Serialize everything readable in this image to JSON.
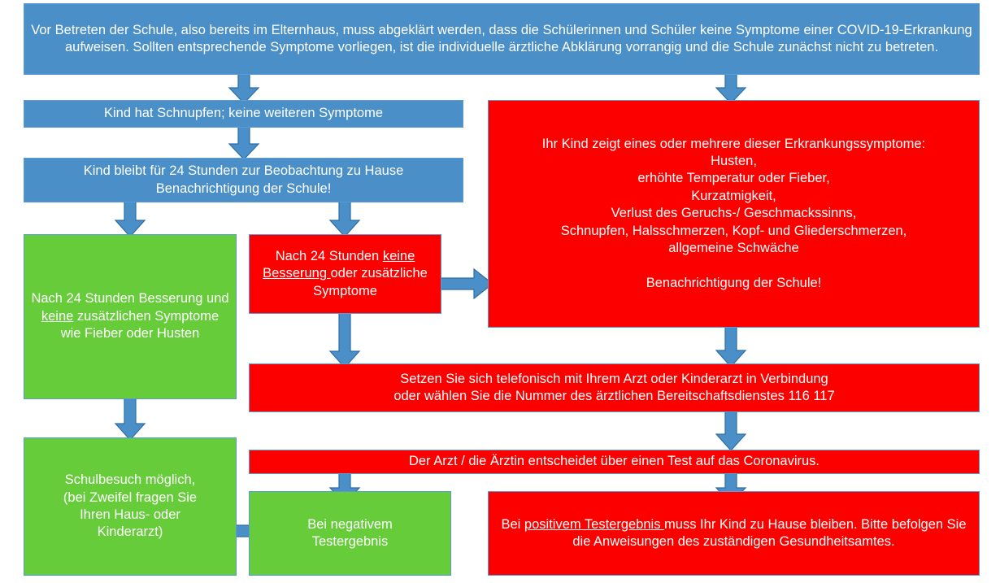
{
  "diagram": {
    "title_text": "Vor Betreten der Schule, also bereits im Elternhaus, muss abgeklärt werden, dass die Schülerinnen und Schüler keine Symptome einer COVID-19-Erkrankung aufweisen. Sollten entsprechende Symptome vorliegen, ist die individuelle ärztliche Abklärung vorrangig und die Schule zunächst nicht zu betreten.",
    "colors": {
      "blue": "#4a8fc7",
      "red": "#fc0000",
      "green": "#66cc3a",
      "border": "#5b9bd5",
      "arrow_fill": "#4a8fc7",
      "arrow_stroke": "#2e6da4",
      "text": "#ffffff"
    },
    "nodes": {
      "intro": {
        "label": "Vor Betreten der Schule, also bereits im Elternhaus, muss abgeklärt werden, dass die Schülerinnen und Schüler keine Symptome einer COVID-19-Erkrankung aufweisen. Sollten entsprechende Symptome vorliegen, ist die individuelle ärztliche Abklärung vorrangig und die Schule zunächst nicht zu betreten.",
        "color": "blue"
      },
      "schnupfen": {
        "label": "Kind hat Schnupfen; keine weiteren Symptome",
        "color": "blue"
      },
      "bleibt_zuhause": {
        "line1": "Kind bleibt für 24 Stunden zur Beobachtung zu Hause",
        "line2": "Benachrichtigung der Schule!",
        "color": "blue"
      },
      "besserung": {
        "part1": "Nach 24 Stunden Besserung und ",
        "underlined": "keine",
        "part2": " zusätzlichen Symptome wie Fieber oder Husten",
        "color": "green"
      },
      "keine_besserung": {
        "part1": "Nach 24 Stunden ",
        "underlined": "keine Besserung ",
        "part2": "oder zusätzliche Symptome",
        "color": "red"
      },
      "symptome": {
        "heading": "Ihr Kind zeigt eines oder mehrere dieser  Erkrankungssymptome:",
        "symptom_list": [
          "Husten,",
          "erhöhte Temperatur oder Fieber,",
          "Kurzatmigkeit,",
          "Verlust des Geruchs-/ Geschmackssinns,",
          "Schnupfen, Halsschmerzen, Kopf- und Gliederschmerzen,",
          "allgemeine Schwäche"
        ],
        "footer": "Benachrichtigung der Schule!",
        "color": "red"
      },
      "arzt_anrufen": {
        "line1": "Setzen Sie sich telefonisch mit Ihrem Arzt oder Kinderarzt in Verbindung",
        "line2": "oder wählen Sie die Nummer des ärztlichen Bereitschaftsdienstes 116 117",
        "color": "red"
      },
      "arzt_entscheidet": {
        "label": "Der Arzt / die Ärztin entscheidet über einen Test auf das Coronavirus.",
        "color": "red"
      },
      "schulbesuch": {
        "line1": "Schulbesuch möglich,",
        "line2": "(bei Zweifel fragen Sie",
        "line3": "Ihren Haus- oder",
        "line4": "Kinderarzt)",
        "color": "green"
      },
      "negativ": {
        "line1": "Bei negativem",
        "line2": "Testergebnis",
        "color": "green"
      },
      "positiv": {
        "part1": "Bei ",
        "underlined": "positivem Testergebnis ",
        "part2": "muss Ihr Kind zu Hause bleiben. Bitte befolgen Sie die Anweisungen des zuständigen Gesundheitsamtes.",
        "color": "red"
      }
    },
    "edges": [
      {
        "name": "intro-to-schnupfen",
        "direction": "down"
      },
      {
        "name": "intro-to-symptome",
        "direction": "down"
      },
      {
        "name": "schnupfen-to-bleibt",
        "direction": "down"
      },
      {
        "name": "bleibt-to-besserung",
        "direction": "down"
      },
      {
        "name": "bleibt-to-keine-besserung",
        "direction": "down"
      },
      {
        "name": "keine-besserung-to-symptome",
        "direction": "right"
      },
      {
        "name": "keine-besserung-to-arzt",
        "direction": "down"
      },
      {
        "name": "symptome-to-arzt",
        "direction": "down"
      },
      {
        "name": "besserung-to-schulbesuch",
        "direction": "down"
      },
      {
        "name": "arzt-to-entscheidet",
        "direction": "down"
      },
      {
        "name": "entscheidet-to-negativ",
        "direction": "down"
      },
      {
        "name": "entscheidet-to-positiv",
        "direction": "down"
      },
      {
        "name": "negativ-to-schulbesuch",
        "direction": "left"
      }
    ]
  }
}
